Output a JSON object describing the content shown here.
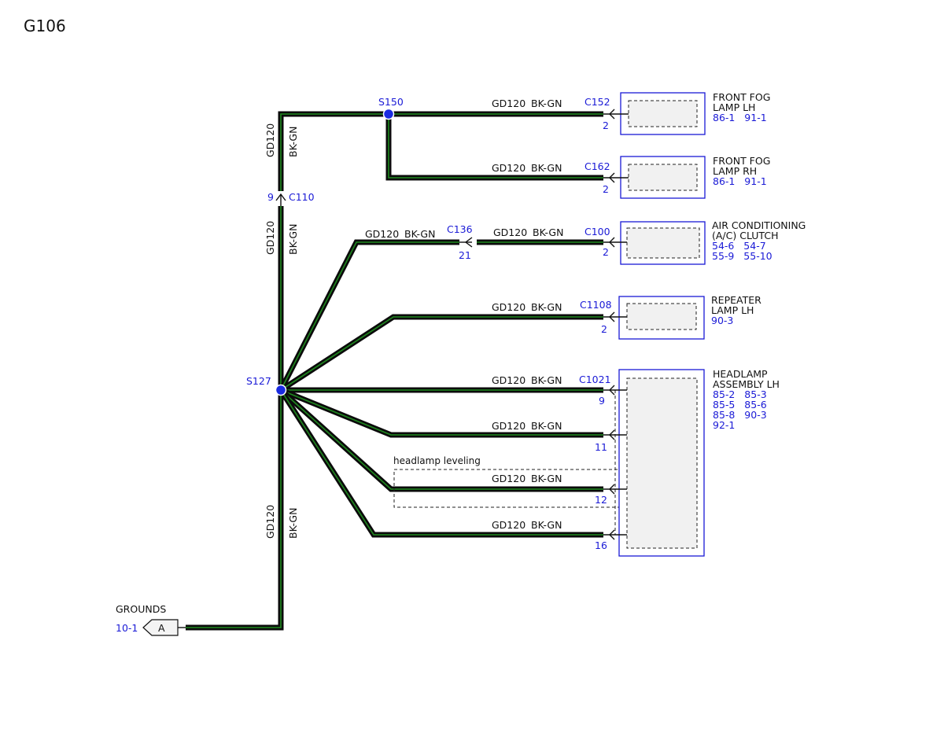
{
  "title": "G106",
  "colors": {
    "wire": "#0b0b0b",
    "wire_stripe": "#1f8a1f",
    "accent_blue": "#1a1ad6",
    "splice": "#1a2be0"
  },
  "wire_code": "GD120",
  "wire_color": "BK-GN",
  "splices": {
    "s150": "S150",
    "s127": "S127"
  },
  "inline_connectors": {
    "c110": {
      "id": "C110",
      "pin": "9"
    },
    "c136": {
      "id": "C136",
      "pin": "21"
    }
  },
  "components": [
    {
      "name_lines": [
        "FRONT FOG",
        "LAMP LH"
      ],
      "refs": [
        "86-1   91-1"
      ],
      "connector": "C152",
      "pins": [
        "2"
      ]
    },
    {
      "name_lines": [
        "FRONT FOG",
        "LAMP RH"
      ],
      "refs": [
        "86-1   91-1"
      ],
      "connector": "C162",
      "pins": [
        "2"
      ]
    },
    {
      "name_lines": [
        "AIR CONDITIONING",
        "(A/C) CLUTCH"
      ],
      "refs": [
        "54-6   54-7",
        "55-9   55-10"
      ],
      "connector": "C100",
      "pins": [
        "2"
      ]
    },
    {
      "name_lines": [
        "REPEATER",
        "LAMP LH"
      ],
      "refs": [
        "90-3"
      ],
      "connector": "C1108",
      "pins": [
        "2"
      ]
    },
    {
      "name_lines": [
        "HEADLAMP",
        "ASSEMBLY LH"
      ],
      "refs": [
        "85-2   85-3",
        "85-5   85-6",
        "85-8   90-3",
        "92-1"
      ],
      "connector": "C1021",
      "pins": [
        "9",
        "11",
        "12",
        "16"
      ]
    }
  ],
  "option_label": "headlamp leveling",
  "ground": {
    "label": "GROUNDS",
    "ref": "10-1",
    "connector_letter": "A"
  }
}
